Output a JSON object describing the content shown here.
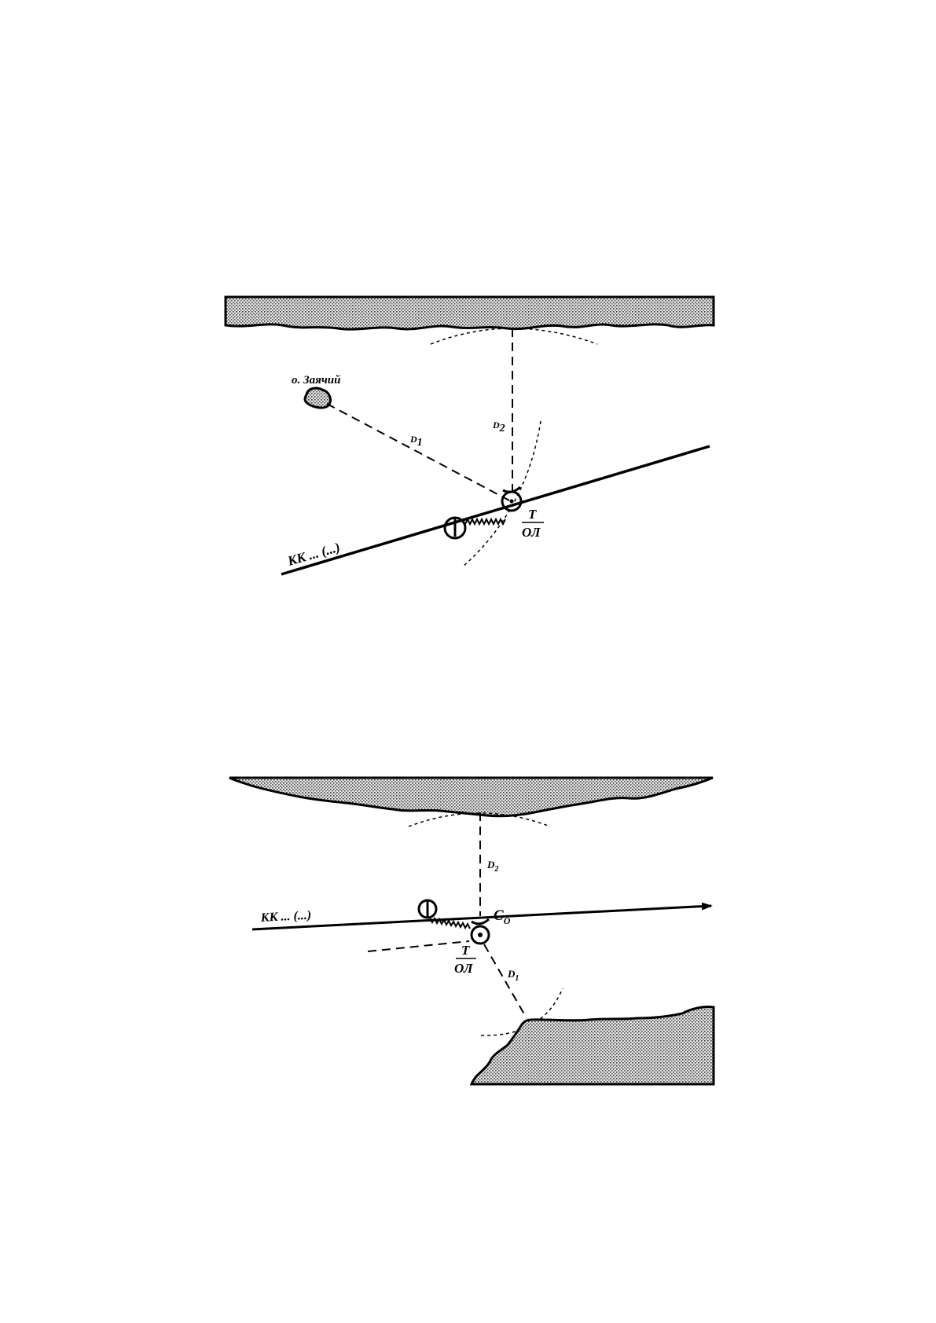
{
  "diagram1": {
    "island_label": "о. Заячий",
    "d1": "D",
    "d1_sub": "1",
    "d2": "D",
    "d2_sub": "2",
    "course_label": "КК ... (...)",
    "fix_top": "Т",
    "fix_bottom": "ОЛ"
  },
  "diagram2": {
    "d1": "D",
    "d1_sub": "1",
    "d2": "D",
    "d2_sub": "2",
    "course_label": "КК ... (...)",
    "fix_top": "Т",
    "fix_bottom": "ОЛ",
    "position_label": "С",
    "position_sub": "О"
  }
}
